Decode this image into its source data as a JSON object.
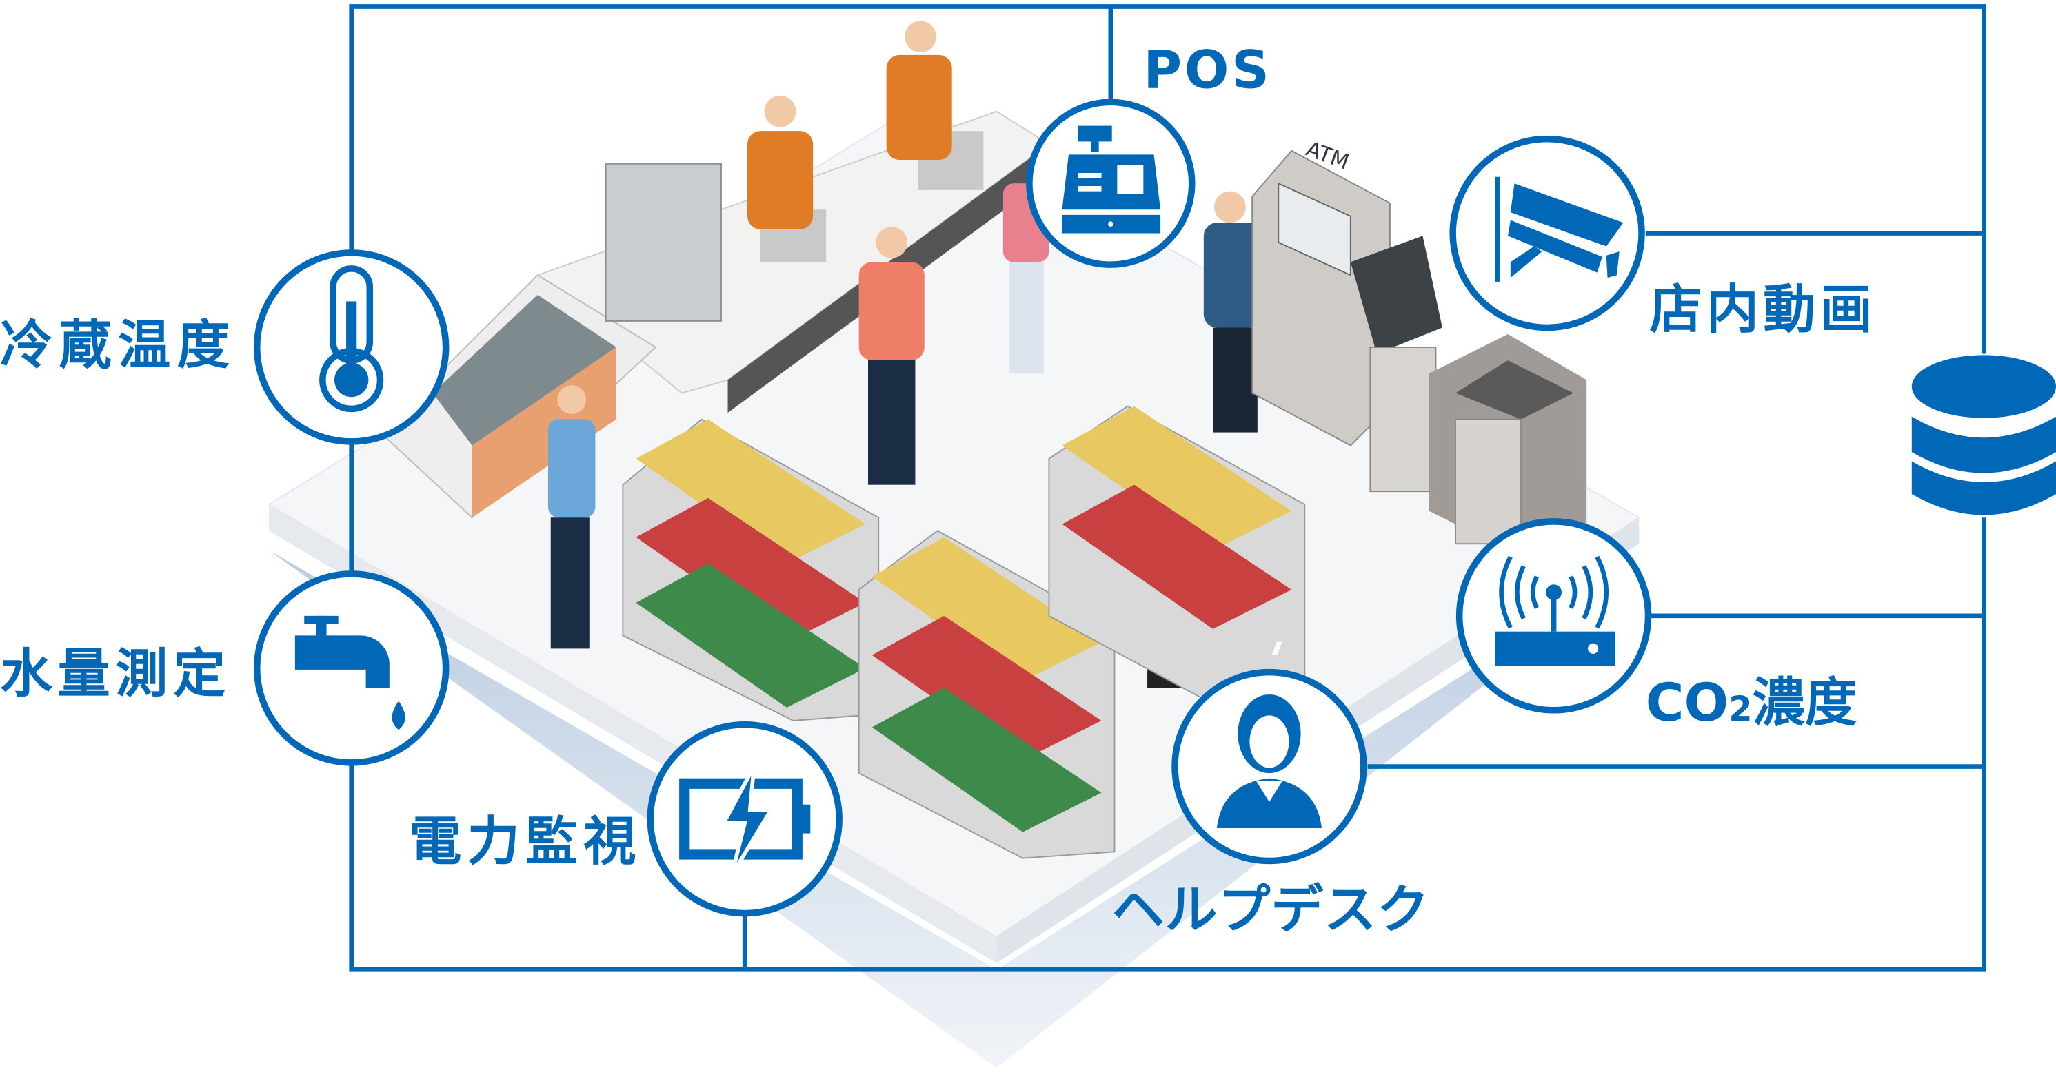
{
  "labels": {
    "refrigeration_temp": "冷蔵温度",
    "water_usage": "水量測定",
    "power_monitoring": "電力監視",
    "helpdesk": "ヘルプデスク",
    "co2_prefix": "CO",
    "co2_sub": "2",
    "co2_suffix": "濃度",
    "store_video": "店内動画",
    "pos": "POS",
    "atm": "ATM"
  },
  "colors": {
    "accent": "#0068b7",
    "floor": "#f4f5f7",
    "shadow": "#c9d6e6"
  }
}
